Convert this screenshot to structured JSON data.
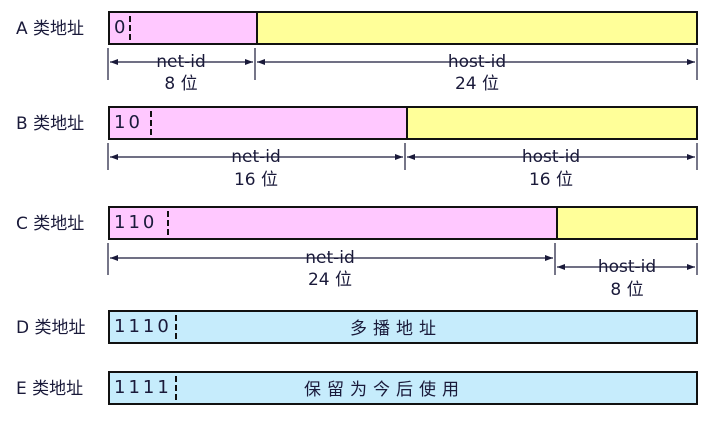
{
  "classes": [
    {
      "label": "A 类地址",
      "prefix": "0",
      "fields": [
        {
          "name": "net-id",
          "bits": "8 位"
        },
        {
          "name": "host-id",
          "bits": "24 位"
        }
      ]
    },
    {
      "label": "B 类地址",
      "prefix": "10",
      "fields": [
        {
          "name": "net-id",
          "bits": "16 位"
        },
        {
          "name": "host-id",
          "bits": "16 位"
        }
      ]
    },
    {
      "label": "C 类地址",
      "prefix": "110",
      "fields": [
        {
          "name": "net-id",
          "bits": "24 位"
        },
        {
          "name": "host-id",
          "bits": "8 位"
        }
      ]
    },
    {
      "label": "D 类地址",
      "prefix": "1110",
      "description": "多播地址"
    },
    {
      "label": "E 类地址",
      "prefix": "1111",
      "description": "保留为今后使用"
    }
  ],
  "colors": {
    "net_id": "#ffc8ff",
    "host_id": "#ffff99",
    "reserved": "#c6ecfc",
    "text": "#1a1a3a"
  }
}
